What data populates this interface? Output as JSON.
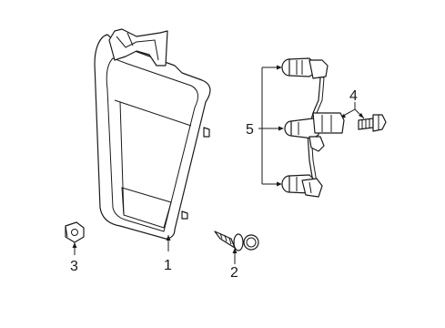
{
  "diagram": {
    "callouts": [
      {
        "id": "1",
        "label": "1",
        "part": "tail-lamp-assembly"
      },
      {
        "id": "2",
        "label": "2",
        "part": "mounting-stud"
      },
      {
        "id": "3",
        "label": "3",
        "part": "nut"
      },
      {
        "id": "4",
        "label": "4",
        "part": "bolt"
      },
      {
        "id": "5",
        "label": "5",
        "part": "bulb-socket"
      }
    ],
    "colors": {
      "line": "#1a1a1a",
      "background": "#ffffff"
    }
  }
}
